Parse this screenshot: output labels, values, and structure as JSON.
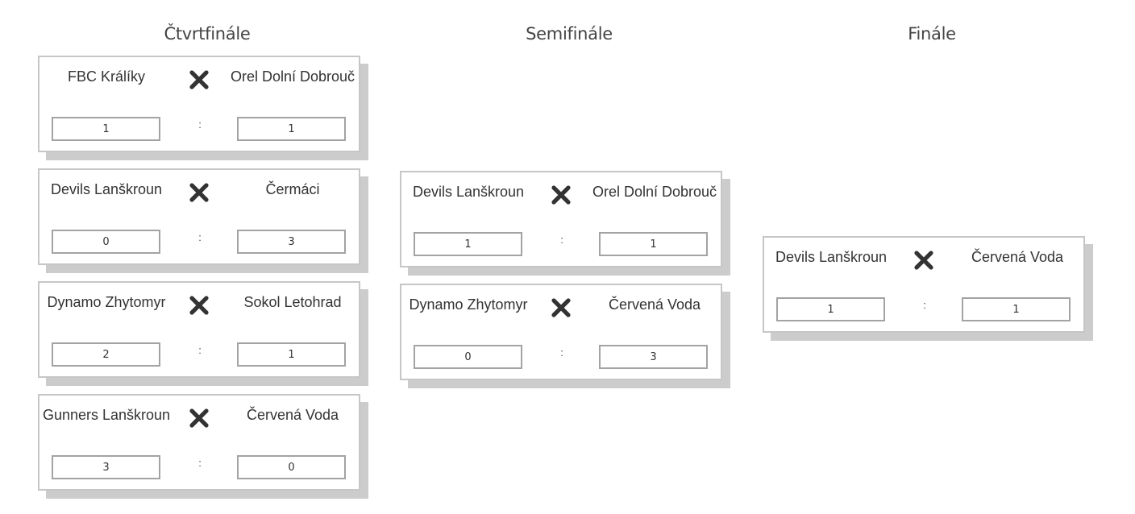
{
  "rounds": [
    {
      "title": "Čtvrtfinále",
      "matches": [
        {
          "home": "FBC Králíky",
          "away": "Orel Dolní Dobrouč",
          "home_score": "1",
          "separator": ":",
          "away_score": "1"
        },
        {
          "home": "Devils Lanškroun",
          "away": "Čermáci",
          "home_score": "0",
          "separator": ":",
          "away_score": "3"
        },
        {
          "home": "Dynamo Zhytomyr",
          "away": "Sokol Letohrad",
          "home_score": "2",
          "separator": ":",
          "away_score": "1"
        },
        {
          "home": "Gunners Lanškroun",
          "away": "Červená Voda",
          "home_score": "3",
          "separator": ":",
          "away_score": "0"
        }
      ]
    },
    {
      "title": "Semifinále",
      "matches": [
        {
          "home": "Devils Lanškroun",
          "away": "Orel Dolní Dobrouč",
          "home_score": "1",
          "separator": ":",
          "away_score": "1"
        },
        {
          "home": "Dynamo Zhytomyr",
          "away": "Červená Voda",
          "home_score": "0",
          "separator": ":",
          "away_score": "3"
        }
      ]
    },
    {
      "title": "Finále",
      "matches": [
        {
          "home": "Devils Lanškroun",
          "away": "Červená Voda",
          "home_score": "1",
          "separator": ":",
          "away_score": "1"
        }
      ]
    }
  ],
  "icons": {
    "versus": "close-x-icon"
  },
  "colors": {
    "card_border": "#c6c6c6",
    "card_shadow": "#cccccc",
    "input_border": "#a3a3a3",
    "text": "#333333",
    "icon": "#333333"
  }
}
